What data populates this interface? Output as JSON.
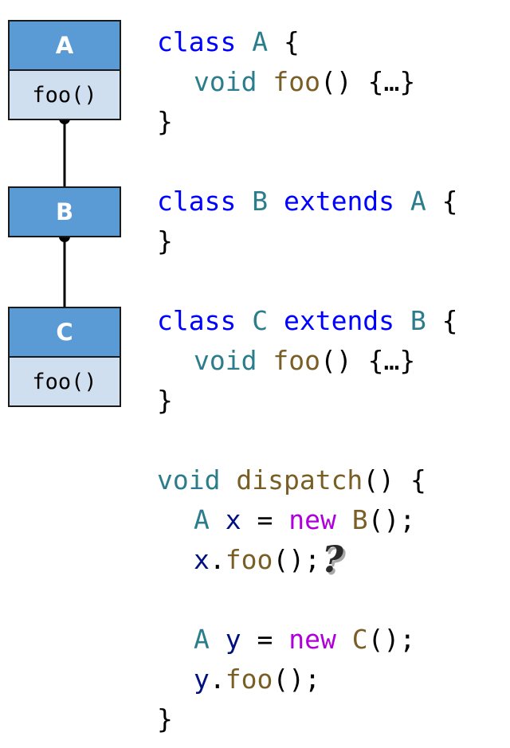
{
  "uml": {
    "classes": [
      {
        "name": "A",
        "method": "foo()"
      },
      {
        "name": "B"
      },
      {
        "name": "C",
        "method": "foo()"
      }
    ]
  },
  "code": {
    "kw_class": "class",
    "kw_extends": "extends",
    "kw_void": "void",
    "kw_new": "new",
    "type_a": "A",
    "type_b": "B",
    "type_c": "C",
    "method_foo": "foo",
    "method_dispatch": "dispatch",
    "var_x": "x",
    "var_y": "y",
    "brace_open": "{",
    "brace_close": "}",
    "parens": "()",
    "body": "{…}",
    "paren_close_semi": "();",
    "dot": ".",
    "equals": " = ",
    "question_mark": "?"
  },
  "colors": {
    "class_header": "#5b9bd5",
    "class_body": "#cfdff0",
    "keyword": "#0000ff",
    "type": "#2b7d8c",
    "function": "#795e26",
    "new_keyword": "#af00db",
    "variable": "#001080"
  }
}
